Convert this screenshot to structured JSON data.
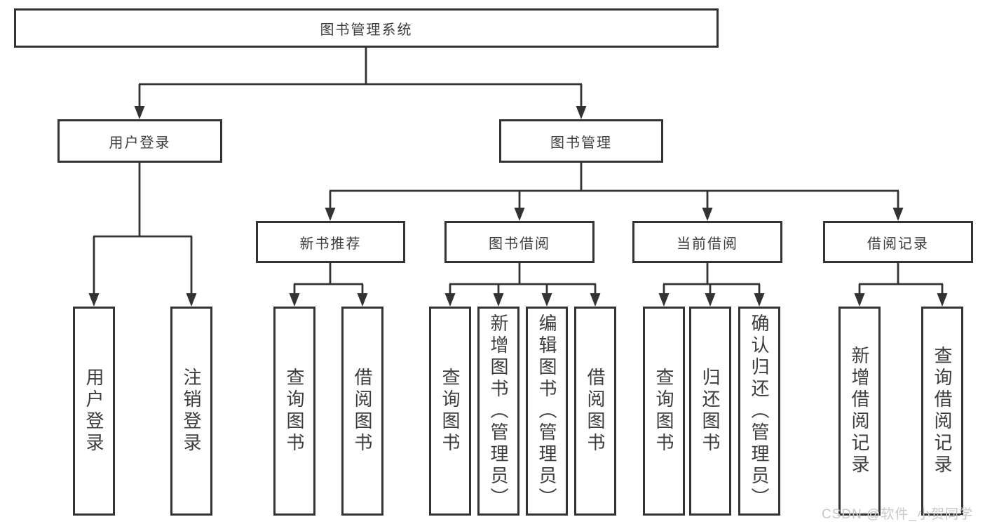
{
  "diagram": {
    "root": {
      "label": "图书管理系统"
    },
    "branches": [
      {
        "label": "用户登录",
        "children": [
          {
            "label": "用户登录"
          },
          {
            "label": "注销登录"
          }
        ]
      },
      {
        "label": "图书管理",
        "children": [
          {
            "label": "新书推荐",
            "children": [
              {
                "label": "查询图书"
              },
              {
                "label": "借阅图书"
              }
            ]
          },
          {
            "label": "图书借阅",
            "children": [
              {
                "label": "查询图书"
              },
              {
                "label": "新增图书（管理员）"
              },
              {
                "label": "编辑图书（管理员）"
              },
              {
                "label": "借阅图书"
              }
            ]
          },
          {
            "label": "当前借阅",
            "children": [
              {
                "label": "查询图书"
              },
              {
                "label": "归还图书"
              },
              {
                "label": "确认归还（管理员）"
              }
            ]
          },
          {
            "label": "借阅记录",
            "children": [
              {
                "label": "新增借阅记录"
              },
              {
                "label": "查询借阅记录"
              }
            ]
          }
        ]
      }
    ]
  },
  "watermark": {
    "text": "CSDN @软件_小贺同学"
  },
  "colors": {
    "line": "#333333",
    "text": "#3d3d3d",
    "watermark": "#c8c8c8",
    "background": "#ffffff"
  }
}
